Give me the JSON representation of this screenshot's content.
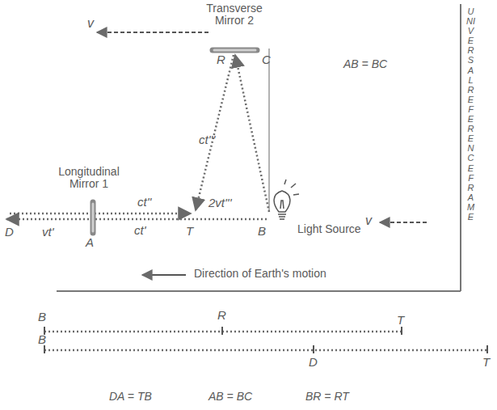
{
  "diagram": {
    "labels": [
      "Transverse Mirror 2",
      "v",
      "R",
      "C",
      "AB = BC",
      "UNIVERSAL REFERENCE FRAME",
      "ct'''",
      "Longitudinal Mirror 1",
      "ct''",
      "2vt'''",
      "D",
      "vt'",
      "A",
      "ct'",
      "T",
      "B",
      "Light Source",
      "v",
      "Direction of Earth's motion",
      "B",
      "R",
      "T",
      "B",
      "D",
      "T",
      "DA = TB",
      "AB = BC",
      "BR = RT"
    ]
  }
}
